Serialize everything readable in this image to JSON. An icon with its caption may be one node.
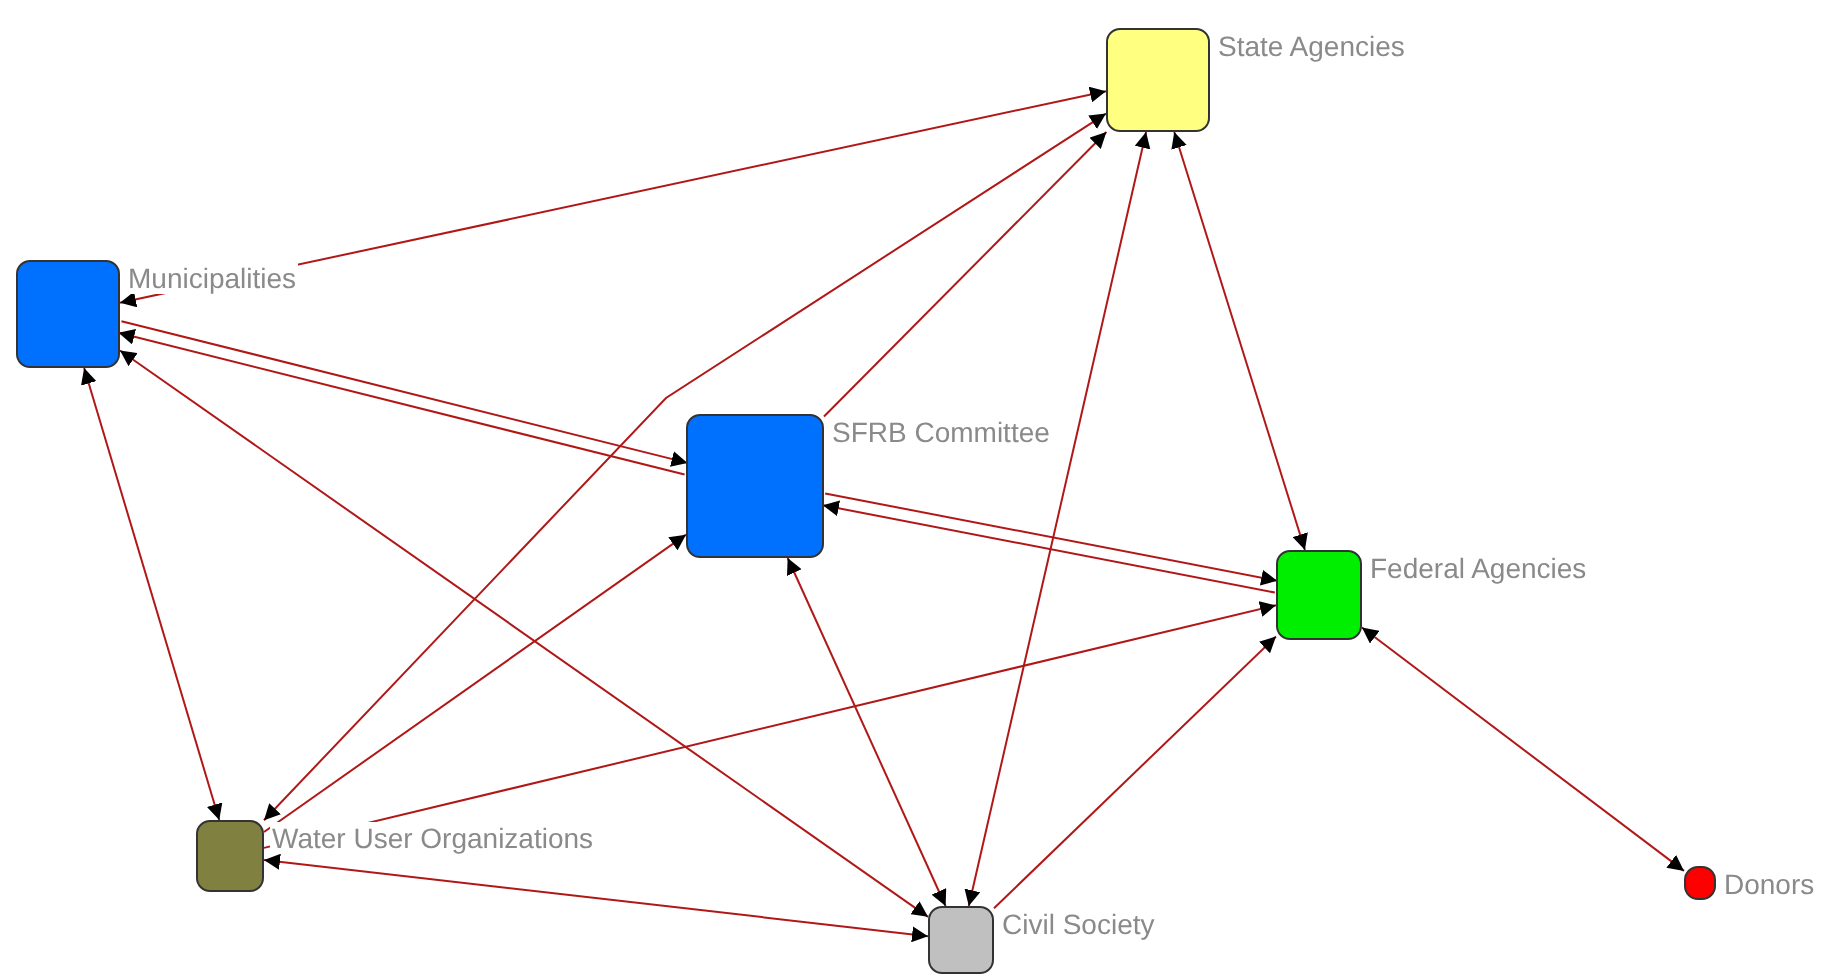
{
  "diagram": {
    "nodes": [
      {
        "text": [
          "State Agencies"
        ]
      },
      {
        "text": [
          "Municipalities"
        ]
      },
      {
        "text": [
          "SFRB Committee"
        ]
      },
      {
        "text": [
          "Federal Agencies"
        ]
      },
      {
        "text": [
          "Water User Organizations"
        ]
      },
      {
        "text": [
          "Civil Society"
        ]
      },
      {
        "text": [
          "Donors"
        ]
      }
    ],
    "edges": [
      {
        "from": 1,
        "to": 0,
        "arrow": "both"
      },
      {
        "from": 1,
        "to": 2,
        "arrow": "to"
      },
      {
        "from": 2,
        "to": 1,
        "arrow": "to"
      },
      {
        "from": 1,
        "to": 5,
        "arrow": "both"
      },
      {
        "from": 1,
        "to": 4,
        "arrow": "both"
      },
      {
        "from": 4,
        "to": 0,
        "arrow": "both"
      },
      {
        "from": 2,
        "to": 0,
        "arrow": "to"
      },
      {
        "from": 4,
        "to": 2,
        "arrow": "to"
      },
      {
        "from": 5,
        "to": 0,
        "arrow": "both"
      },
      {
        "from": 3,
        "to": 0,
        "arrow": "both"
      },
      {
        "from": 2,
        "to": 3,
        "arrow": "to"
      },
      {
        "from": 3,
        "to": 2,
        "arrow": "to"
      },
      {
        "from": 5,
        "to": 2,
        "arrow": "both"
      },
      {
        "from": 4,
        "to": 3,
        "arrow": "to"
      },
      {
        "from": 4,
        "to": 5,
        "arrow": "both"
      },
      {
        "from": 5,
        "to": 3,
        "arrow": "to"
      },
      {
        "from": 3,
        "to": 6,
        "arrow": "both"
      }
    ]
  }
}
